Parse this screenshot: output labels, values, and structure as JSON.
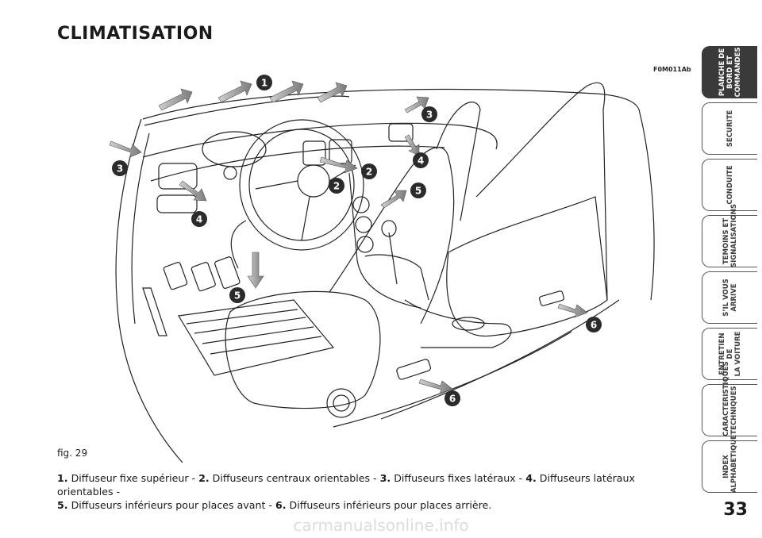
{
  "page": {
    "title": "CLIMATISATION",
    "figure_code": "F0M011Ab",
    "figure_label": "fig. 29",
    "page_number": "33",
    "watermark": "carmanualsonline.info"
  },
  "callouts": [
    "1",
    "2",
    "2",
    "3",
    "3",
    "4",
    "4",
    "5",
    "5",
    "6",
    "6"
  ],
  "caption": [
    {
      "num": "1.",
      "text": "Diffuseur fixe supérieur -"
    },
    {
      "num": "2.",
      "text": "Diffuseurs centraux orientables -"
    },
    {
      "num": "3.",
      "text": "Diffuseurs fixes latéraux -"
    },
    {
      "num": "4.",
      "text": "Diffuseurs latéraux orientables -"
    },
    {
      "num": "5.",
      "text": "Diffuseurs inférieurs pour places avant -"
    },
    {
      "num": "6.",
      "text": "Diffuseurs inférieurs pour places arrière."
    }
  ],
  "sidebar": {
    "tabs": [
      {
        "label": "PLANCHE DE\nBORD ET\nCOMMANDES",
        "active": true
      },
      {
        "label": "SECURITE",
        "active": false
      },
      {
        "label": "CONDUITE",
        "active": false
      },
      {
        "label": "TEMOINS ET\nSIGNALISATIONS",
        "active": false
      },
      {
        "label": "S’IL VOUS\nARRIVE",
        "active": false
      },
      {
        "label": "ENTRETIEN DE\nLA VOITURE",
        "active": false
      },
      {
        "label": "CARACTERISTIQUES\nTECHNIQUES",
        "active": false
      },
      {
        "label": "INDEX\nALPHABETIQUE",
        "active": false
      }
    ]
  },
  "colors": {
    "accent_dark": "#3a3a3a",
    "arrow_gray": "#8a8a8a",
    "line": "#222222"
  },
  "icons": [
    "airflow-arrow-icon",
    "callout-number-icon"
  ]
}
